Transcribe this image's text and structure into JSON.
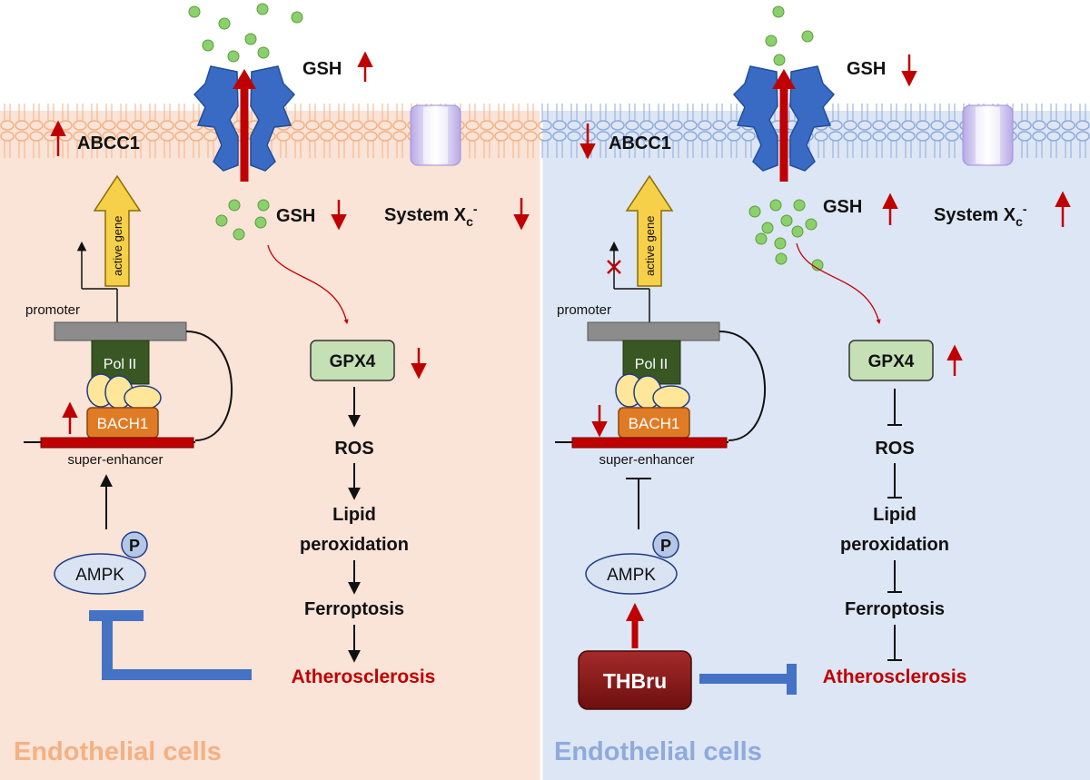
{
  "colors": {
    "left_bg": "#fae3d7",
    "right_bg": "#dde6f4",
    "membrane_left": "#f4b183",
    "membrane_right": "#8faadc",
    "transporter": "#3a6bc4",
    "gsh_dot": "#8ccf6d",
    "red_arrow": "#c00000",
    "inhibit_blue": "#4472c4",
    "pol2": "#385723",
    "bach1": "#e07b25",
    "enhancer": "#c00000",
    "gpx4": "#c5e0b4",
    "ampk": "#d9e3f2",
    "thbru": "#8b1a1a",
    "gene_arrow": "#f7d04a",
    "left_label": "#f4b183",
    "right_label": "#8faadc"
  },
  "left": {
    "gsh_out": "GSH",
    "gsh_out_dir": "up",
    "abcc1": "ABCC1",
    "abcc1_dir": "up",
    "gsh_in": "GSH",
    "gsh_in_dir": "down",
    "system_xc": "System X",
    "system_xc_sub": "c",
    "system_xc_sup": "-",
    "system_xc_dir": "down",
    "active_gene": "active gene",
    "promoter": "promoter",
    "pol2": "Pol II",
    "bach1": "BACH1",
    "bach1_dir": "up",
    "super_enhancer": "super-enhancer",
    "p": "P",
    "ampk": "AMPK",
    "gpx4": "GPX4",
    "gpx4_dir": "down",
    "ros": "ROS",
    "lipid_1": "Lipid",
    "lipid_2": "peroxidation",
    "ferroptosis": "Ferroptosis",
    "atherosclerosis": "Atherosclerosis",
    "cell_label": "Endothelial cells"
  },
  "right": {
    "gsh_out": "GSH",
    "gsh_out_dir": "down",
    "abcc1": "ABCC1",
    "abcc1_dir": "down",
    "gsh_in": "GSH",
    "gsh_in_dir": "up",
    "system_xc": "System X",
    "system_xc_sub": "c",
    "system_xc_sup": "-",
    "system_xc_dir": "up",
    "active_gene": "active gene",
    "promoter": "promoter",
    "pol2": "Pol II",
    "bach1": "BACH1",
    "bach1_dir": "down",
    "super_enhancer": "super-enhancer",
    "p": "P",
    "ampk": "AMPK",
    "thbru": "THBru",
    "gpx4": "GPX4",
    "gpx4_dir": "up",
    "ros": "ROS",
    "lipid_1": "Lipid",
    "lipid_2": "peroxidation",
    "ferroptosis": "Ferroptosis",
    "atherosclerosis": "Atherosclerosis",
    "cell_label": "Endothelial cells"
  }
}
